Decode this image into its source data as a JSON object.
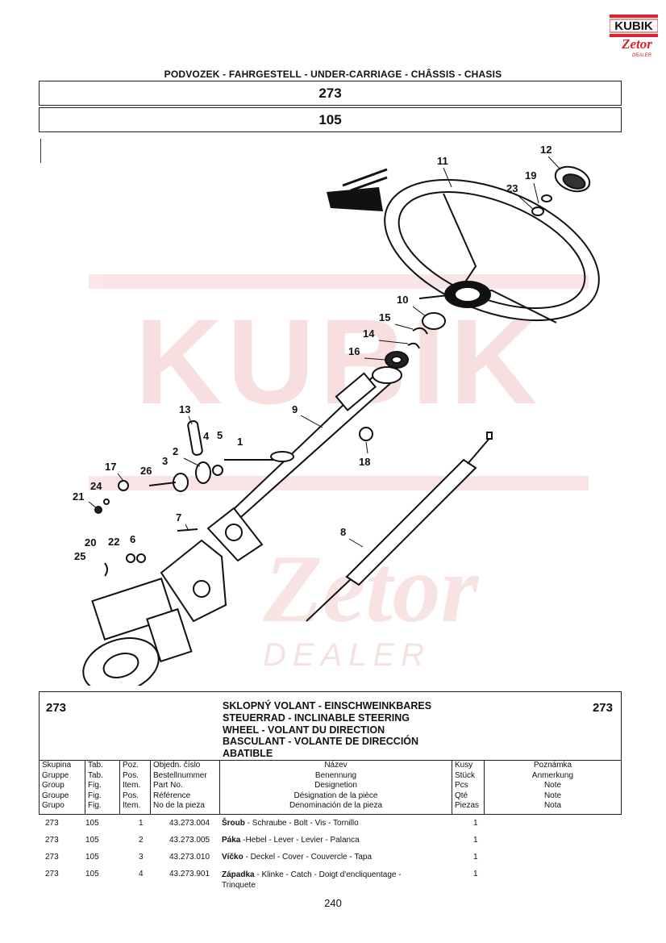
{
  "brand": {
    "name": "KUBIK",
    "sub": "Zetor",
    "tagline": "DEALER",
    "colors": {
      "red": "#d9232e",
      "watermark": "#f7dcdc"
    }
  },
  "header": {
    "title": "PODVOZEK - FAHRGESTELL - UNDER-CARRIAGE - CHÂSSIS - CHASIS"
  },
  "group_number": "273",
  "table_number": "105",
  "diagram": {
    "callouts": [
      "11",
      "12",
      "19",
      "23",
      "10",
      "15",
      "14",
      "16",
      "9",
      "13",
      "4",
      "5",
      "1",
      "2",
      "3",
      "17",
      "26",
      "24",
      "21",
      "18",
      "7",
      "8",
      "20",
      "22",
      "6",
      "25"
    ]
  },
  "info": {
    "group_left": "273",
    "group_right": "273",
    "title_lines": [
      "SKLOPNÝ VOLANT - EINSCHWEINKBARES",
      "STEUERRAD - INCLINABLE STEERING",
      "WHEEL - VOLANT DU DIRECTION",
      "BASCULANT - VOLANTE DE DIRECCIÓN",
      "ABATIBLE"
    ],
    "columns": [
      {
        "lines": [
          "Skupina",
          "Gruppe",
          "Group",
          "Groupe",
          "Grupo"
        ]
      },
      {
        "lines": [
          "Tab.",
          "Tab.",
          "Fig.",
          "Fig.",
          "Fig."
        ]
      },
      {
        "lines": [
          "Poz.",
          "Pos.",
          "Item.",
          "Pos.",
          "Item."
        ]
      },
      {
        "lines": [
          "Objedn. číslo",
          "Bestellnummer",
          "Part No.",
          "Référence",
          "No de la pieza"
        ]
      },
      {
        "lines": [
          "Název",
          "Benennung",
          "Designetion",
          "Désignation de la pièce",
          "Denominación de la pieza"
        ]
      },
      {
        "lines": [
          "Kusy",
          "Stück",
          "Pcs",
          "Qté",
          "Piezas"
        ]
      },
      {
        "lines": [
          "Poznámka",
          "Anmerkung",
          "Note",
          "Note",
          "Nota"
        ]
      }
    ]
  },
  "rows": [
    {
      "group": "273",
      "tab": "105",
      "pos": "1",
      "part": "43.273.004",
      "name_bold": "Šroub",
      "name_rest": " - Schraube - Bolt - Vis - Tornillo",
      "name_line2": "",
      "qty": "1"
    },
    {
      "group": "273",
      "tab": "105",
      "pos": "2",
      "part": "43.273.005",
      "name_bold": "Páka",
      "name_rest": " -Hebel - Lever - Levier - Palanca",
      "name_line2": "",
      "qty": "1"
    },
    {
      "group": "273",
      "tab": "105",
      "pos": "3",
      "part": "43.273.010",
      "name_bold": "Víčko",
      "name_rest": " - Deckel - Cover - Couvercle - Tapa",
      "name_line2": "",
      "qty": "1"
    },
    {
      "group": "273",
      "tab": "105",
      "pos": "4",
      "part": "43.273.901",
      "name_bold": "Západka",
      "name_rest": " - Klinke - Catch - Doigt d'encliquentage -",
      "name_line2": "Trinquete",
      "qty": "1"
    }
  ],
  "page_number": "240"
}
